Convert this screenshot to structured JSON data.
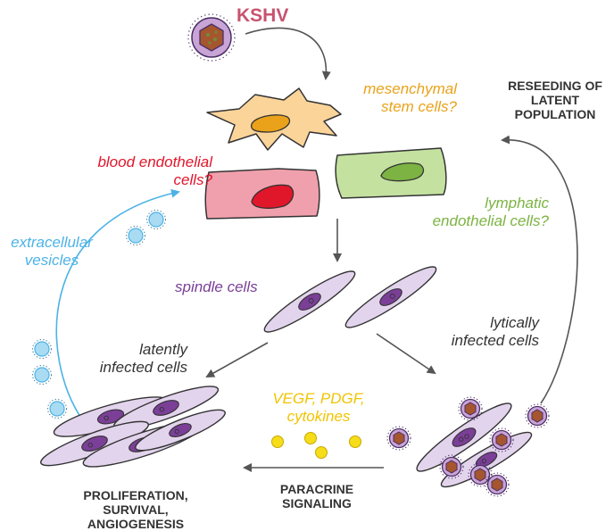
{
  "virus_label": "KSHV",
  "cell_types": {
    "mesenchymal": [
      "mesenchymal",
      "stem cells?"
    ],
    "blood_endothelial": [
      "blood endothelial",
      "cells?"
    ],
    "lymphatic_endothelial": [
      "lymphatic",
      "endothelial cells?"
    ]
  },
  "labels": {
    "spindle": "spindle cells",
    "latent": [
      "latently",
      "infected cells"
    ],
    "lytic": [
      "lytically",
      "infected cells"
    ],
    "vesicles": [
      "extracellular",
      "vesicles"
    ],
    "factors": [
      "VEGF, PDGF,",
      "cytokines"
    ],
    "reseeding": [
      "RESEEDING OF",
      "LATENT",
      "POPULATION"
    ],
    "outcome": [
      "PROLIFERATION,",
      "SURVIVAL,",
      "ANGIOGENESIS"
    ],
    "paracrine": [
      "PARACRINE",
      "SIGNALING"
    ]
  },
  "colors": {
    "kshv": "#c8536f",
    "mesenchymal": "#e9a21a",
    "blood": "#e0162b",
    "lymphatic": "#7cb342",
    "spindle": "#7b3f98",
    "vesicle": "#4db3e6",
    "factor": "#f0c400",
    "dark": "#333333",
    "arrow": "#555555"
  }
}
